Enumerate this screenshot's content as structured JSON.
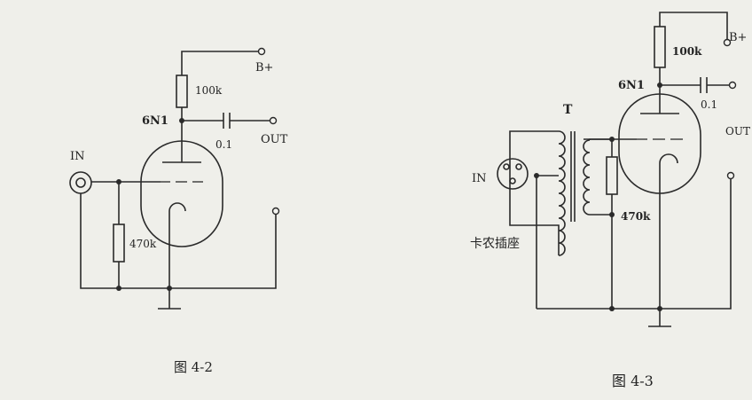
{
  "figure_a": {
    "tube": "6N1",
    "plate_resistor": "100k",
    "grid_resistor": "470k",
    "capacitor": "0.1",
    "supply": "B+",
    "input": "IN",
    "output": "OUT",
    "caption": "图  4-2"
  },
  "figure_b": {
    "tube": "6N1",
    "plate_resistor": "100k",
    "secondary_resistor": "470k",
    "capacitor": "0.1",
    "supply": "B+",
    "transformer": "T",
    "input": "IN",
    "output": "OUT",
    "connector_label": "卡农插座",
    "caption": "图  4-3"
  }
}
